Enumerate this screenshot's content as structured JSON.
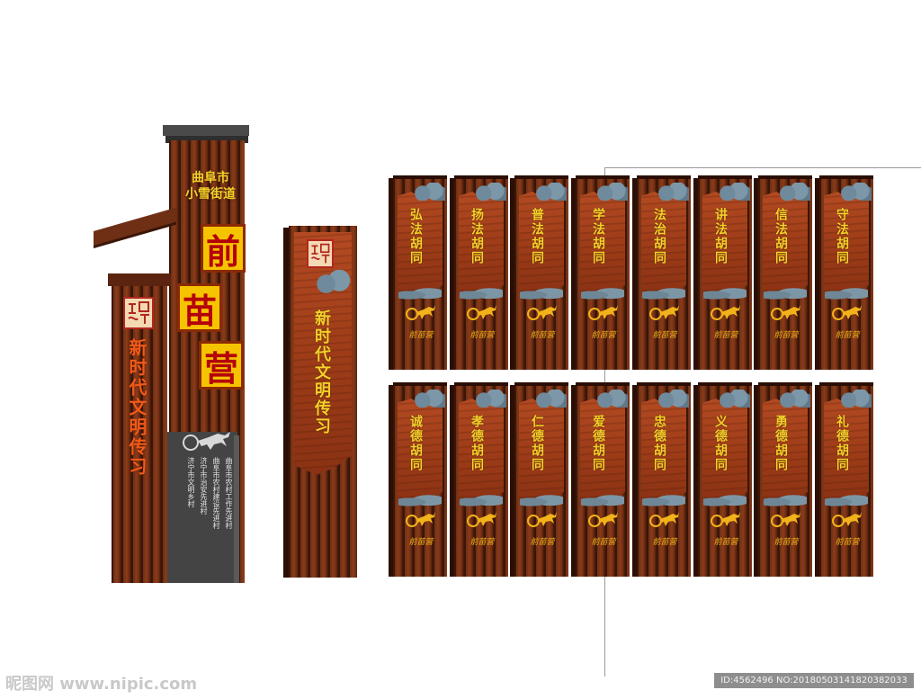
{
  "tower": {
    "region_text": "曲阜市\n小雪街道",
    "village_name_chars": [
      "前",
      "苗",
      "营"
    ],
    "side_title": "新时代文明传习",
    "plaque_lines": [
      "曲阜市农村工作先进村",
      "曲阜市农村建设先进村",
      "济宁市治安先进村",
      "济宁市文明乡村"
    ]
  },
  "banner": {
    "title": "新时代文明传习"
  },
  "signs_row1": [
    "弘法胡同",
    "扬法胡同",
    "普法胡同",
    "学法胡同",
    "法治胡同",
    "讲法胡同",
    "信法胡同",
    "守法胡同"
  ],
  "signs_row2": [
    "诚德胡同",
    "孝德胡同",
    "仁德胡同",
    "爱德胡同",
    "忠德胡同",
    "义德胡同",
    "勇德胡同",
    "礼德胡同"
  ],
  "sign_footer": "前苗营",
  "watermark": {
    "site": "昵图网 www.nipic.com",
    "id": "ID:4562496 NO:20180503141820382033"
  },
  "colors": {
    "wood": "#9c3b17",
    "wood_dark": "#3a1608",
    "gold_text": "#f4d22a",
    "stone_gray": "#6f8a9c",
    "accent_yellow_box": "#f5c300"
  }
}
